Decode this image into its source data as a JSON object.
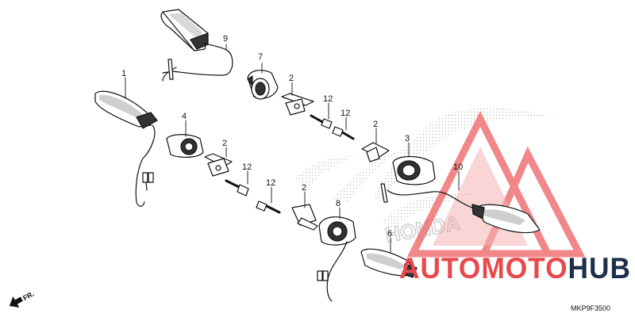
{
  "diagram": {
    "parts": [
      {
        "ref": "1"
      },
      {
        "ref": "2"
      },
      {
        "ref": "2"
      },
      {
        "ref": "2"
      },
      {
        "ref": "2"
      },
      {
        "ref": "3"
      },
      {
        "ref": "4"
      },
      {
        "ref": "6"
      },
      {
        "ref": "7"
      },
      {
        "ref": "8"
      },
      {
        "ref": "9"
      },
      {
        "ref": "10"
      },
      {
        "ref": "12"
      },
      {
        "ref": "12"
      },
      {
        "ref": "12"
      },
      {
        "ref": "12"
      }
    ],
    "diagram_code": "MKP9F3500",
    "direction_marker": "FR."
  },
  "watermark": {
    "part1": "AUTO",
    "part2": "MOTO",
    "part3": "HUB",
    "colors": {
      "primary": "#e8494d",
      "secondary": "#1d2f4a"
    }
  },
  "background_logo": {
    "text": "HONDA",
    "color": "#cfcfcf"
  }
}
